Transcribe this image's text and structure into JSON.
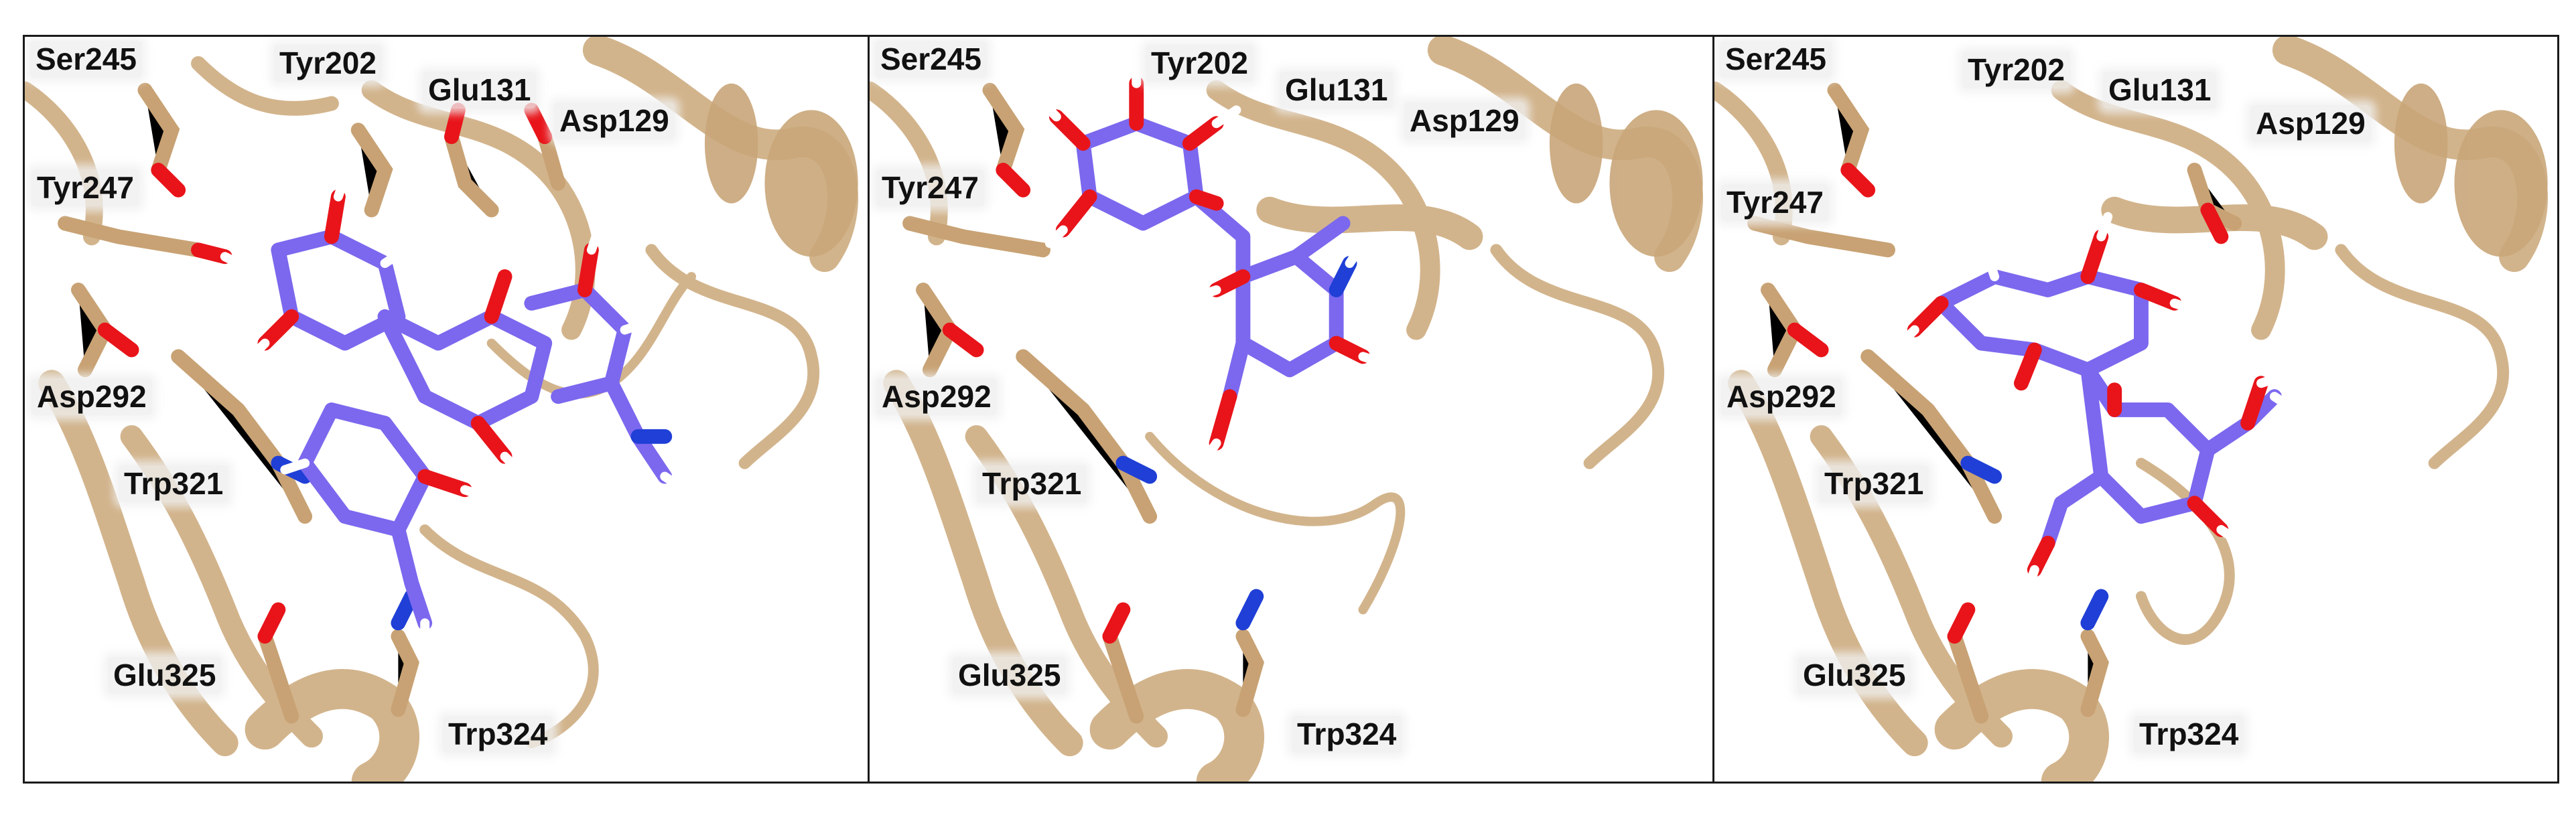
{
  "panels": [
    {
      "labels": {
        "ser245": "Ser245",
        "tyr202": "Tyr202",
        "glu131": "Glu131",
        "asp129": "Asp129",
        "tyr247": "Tyr247",
        "asp292": "Asp292",
        "trp321": "Trp321",
        "glu325": "Glu325",
        "trp324": "Trp324"
      }
    },
    {
      "labels": {
        "ser245": "Ser245",
        "tyr202": "Tyr202",
        "glu131": "Glu131",
        "asp129": "Asp129",
        "tyr247": "Tyr247",
        "asp292": "Asp292",
        "trp321": "Trp321",
        "glu325": "Glu325",
        "trp324": "Trp324"
      }
    },
    {
      "labels": {
        "ser245": "Ser245",
        "tyr202": "Tyr202",
        "glu131": "Glu131",
        "asp129": "Asp129",
        "tyr247": "Tyr247",
        "asp292": "Asp292",
        "trp321": "Trp321",
        "glu325": "Glu325",
        "trp324": "Trp324"
      }
    }
  ],
  "colors": {
    "protein": "#d2b48c",
    "protein_dark": "#b8956a",
    "ligand_carbon": "#7b68ee",
    "oxygen": "#e8141a",
    "nitrogen": "#1f3fd6",
    "hydrogen": "#ffffff",
    "panel_border": "#1a1a1a"
  }
}
